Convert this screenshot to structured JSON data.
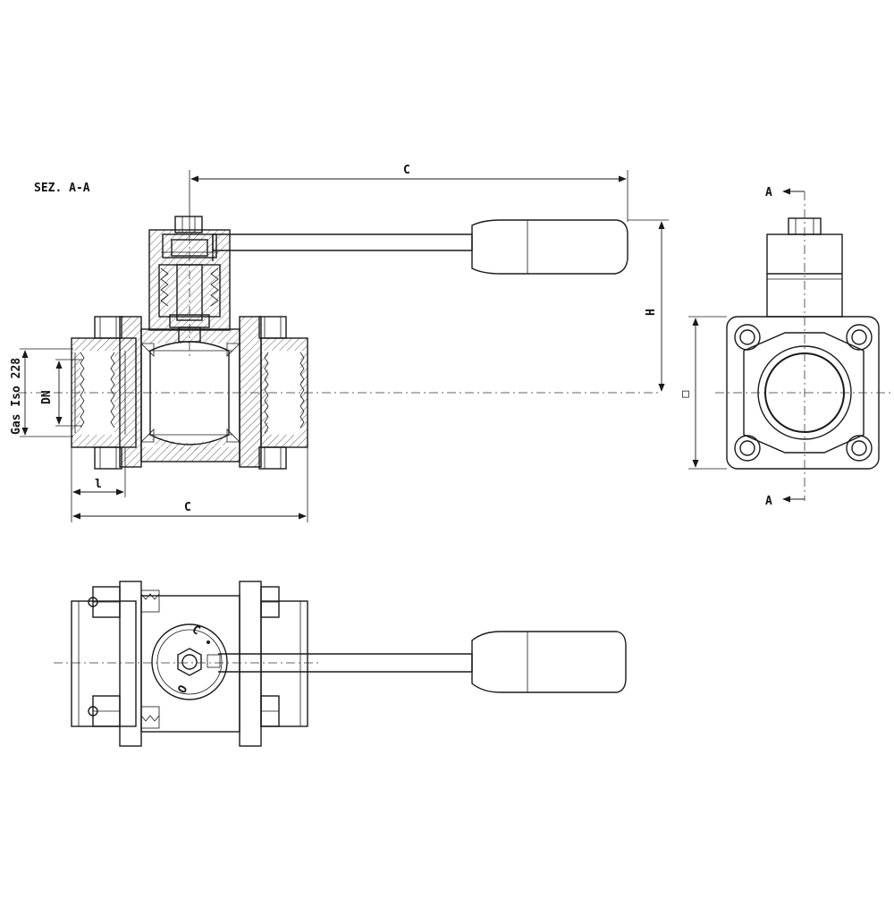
{
  "drawing": {
    "section_label": "SEZ. A-A",
    "dims": {
      "top_width": "C",
      "bottom_width": "C",
      "height": "H",
      "thread_length": "l",
      "nominal_diameter": "DN",
      "thread_spec": "Gas Iso 228",
      "flange_square": "□",
      "section_mark_top": "A",
      "section_mark_bottom": "A"
    },
    "dial": {
      "open_letter": "O",
      "closed_letter": "C"
    },
    "colors": {
      "line": "#1a1a1a",
      "background": "#ffffff"
    }
  }
}
